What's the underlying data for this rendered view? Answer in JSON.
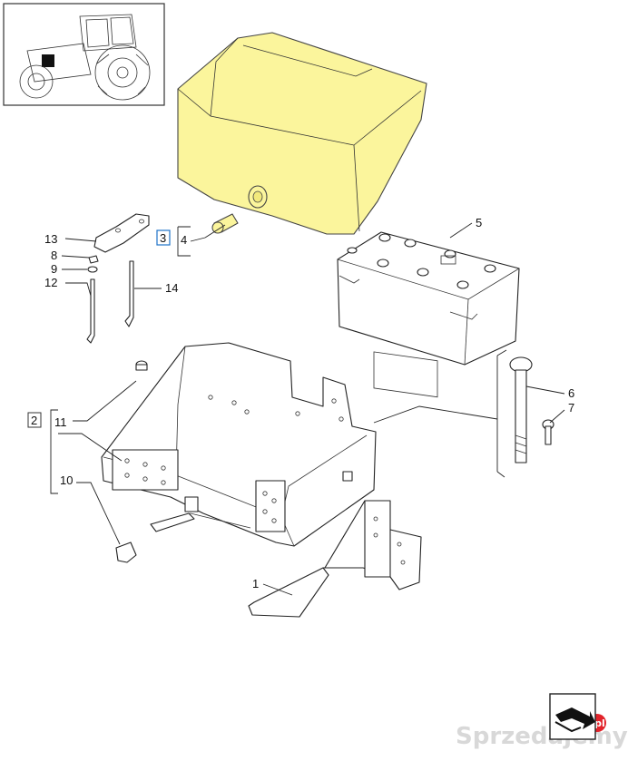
{
  "callouts": {
    "c1": "1",
    "c2": "2",
    "c3": "3",
    "c4": "4",
    "c5": "5",
    "c6": "6",
    "c7": "7",
    "c8": "8",
    "c9": "9",
    "c10": "10",
    "c11": "11",
    "c12": "12",
    "c13": "13",
    "c14": "14"
  },
  "highlight_color": "#fbf59c",
  "watermark": {
    "text": "Sprzedajemy",
    "suffix": ".pl",
    "badge_color": "#e2232a"
  },
  "icons": {
    "thumbnail": "tractor-thumbnail",
    "nav": "next-page-arrow-icon"
  }
}
